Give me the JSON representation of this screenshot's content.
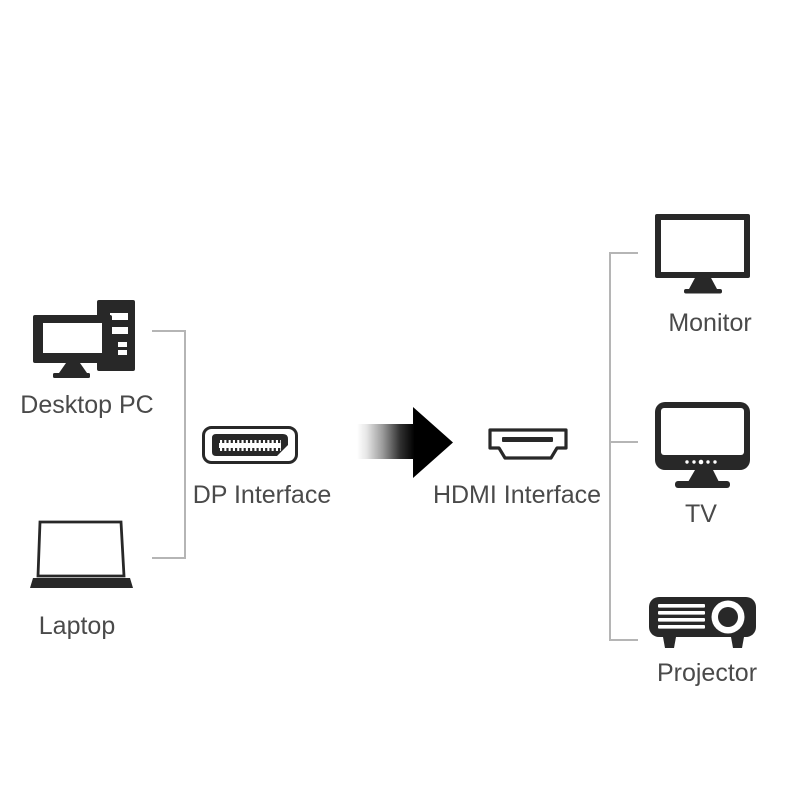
{
  "diagram": {
    "sources": [
      {
        "label": "Desktop PC",
        "icon": "desktop-pc-icon"
      },
      {
        "label": "Laptop",
        "icon": "laptop-icon"
      }
    ],
    "input_connector": {
      "label": "DP Interface",
      "icon": "dp-connector-icon"
    },
    "arrow": {
      "icon": "arrow-right-icon",
      "direction": "right"
    },
    "output_connector": {
      "label": "HDMI Interface",
      "icon": "hdmi-connector-icon"
    },
    "outputs": [
      {
        "label": "Monitor",
        "icon": "monitor-icon"
      },
      {
        "label": "TV",
        "icon": "tv-icon"
      },
      {
        "label": "Projector",
        "icon": "projector-icon"
      }
    ],
    "colors": {
      "icon": "#282828",
      "text": "#4a4a4a",
      "line": "#b5b5b5",
      "background": "#ffffff",
      "arrow_start": "#ffffff",
      "arrow_end": "#000000"
    }
  }
}
